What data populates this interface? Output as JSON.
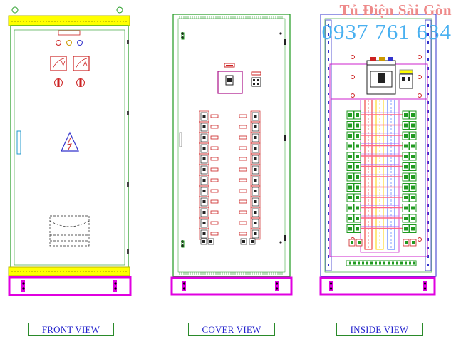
{
  "views": {
    "front": "FRONT VIEW",
    "cover": "COVER VIEW",
    "inside": "INSIDE VIEW"
  },
  "watermark": {
    "name": "Tủ Điện Sài Gòn",
    "phone": "0937 761 634"
  },
  "meters": {
    "volt": "V",
    "amp": "A"
  },
  "colors": {
    "outline": "#1f9a1f",
    "base": "#e000e0",
    "busbar": "#ffff00",
    "blue": "#3333cc",
    "red": "#ee1111",
    "brand_red": "#ee8a8a",
    "brand_blue": "#49b0f0"
  },
  "counts": {
    "cover_breaker_rows": 12,
    "inside_breaker_rows": 12
  }
}
